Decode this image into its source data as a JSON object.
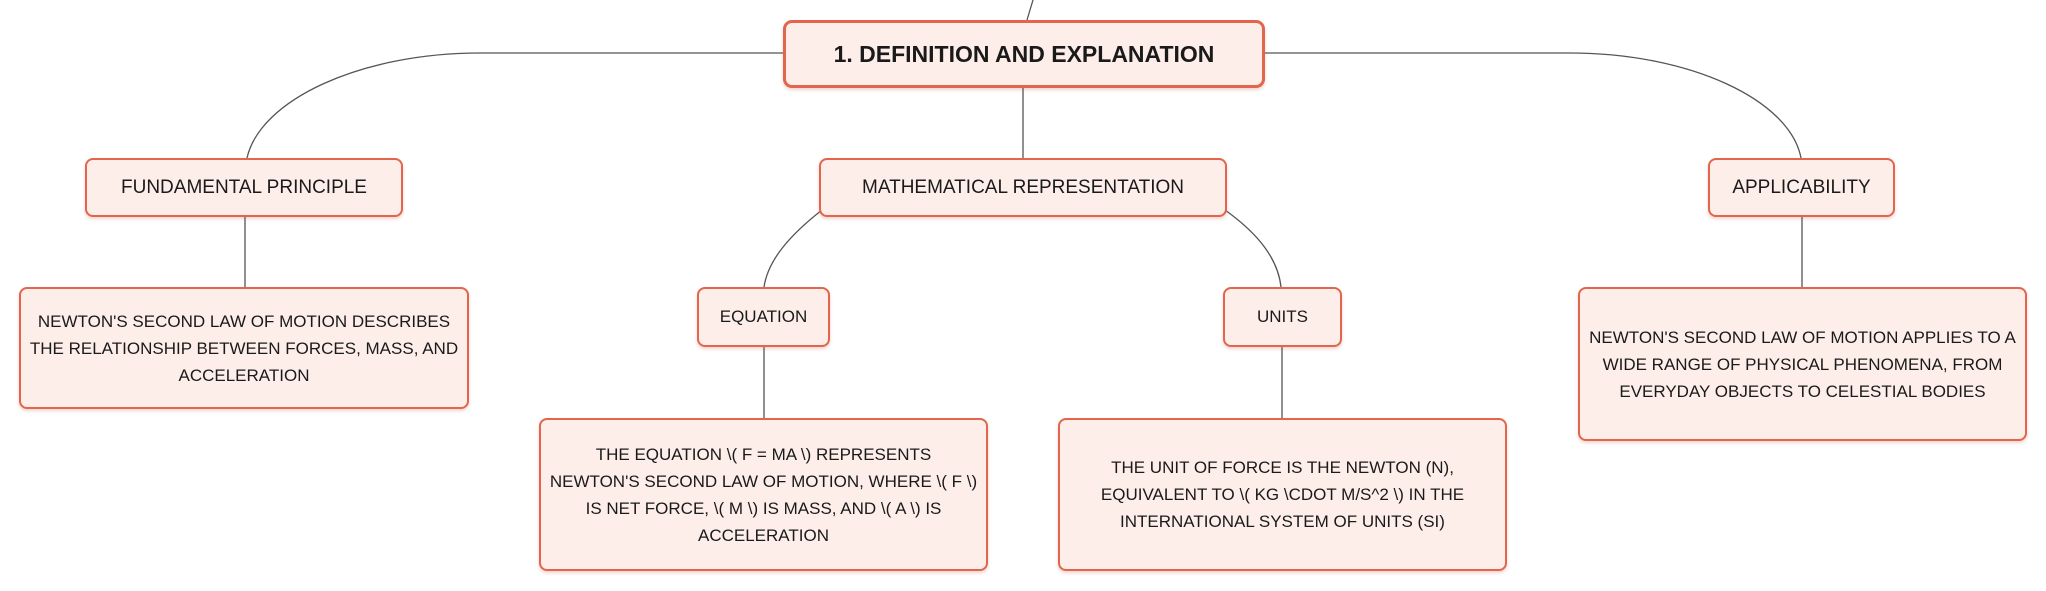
{
  "diagram": {
    "root": {
      "label": "1. DEFINITION AND EXPLANATION"
    },
    "fundamental_principle": {
      "label": "FUNDAMENTAL PRINCIPLE",
      "description": "NEWTON'S SECOND LAW OF MOTION DESCRIBES THE RELATIONSHIP BETWEEN FORCES, MASS, AND ACCELERATION"
    },
    "mathematical_representation": {
      "label": "MATHEMATICAL REPRESENTATION",
      "equation": {
        "label": "EQUATION",
        "description": "THE EQUATION \\( F = MA \\) REPRESENTS NEWTON'S SECOND LAW OF MOTION, WHERE \\( F \\) IS NET FORCE, \\( M \\) IS MASS, AND \\( A \\) IS ACCELERATION"
      },
      "units": {
        "label": "UNITS",
        "description": "THE UNIT OF FORCE IS THE NEWTON (N), EQUIVALENT TO \\( KG \\CDOT M/S^2 \\) IN THE INTERNATIONAL SYSTEM OF UNITS (SI)"
      }
    },
    "applicability": {
      "label": "APPLICABILITY",
      "description": "NEWTON'S SECOND LAW OF MOTION APPLIES TO A WIDE RANGE OF PHYSICAL PHENOMENA, FROM EVERYDAY OBJECTS TO CELESTIAL BODIES"
    }
  },
  "colors": {
    "node_border": "#e2654d",
    "node_fill": "#fdeeea",
    "connector": "#555555"
  }
}
